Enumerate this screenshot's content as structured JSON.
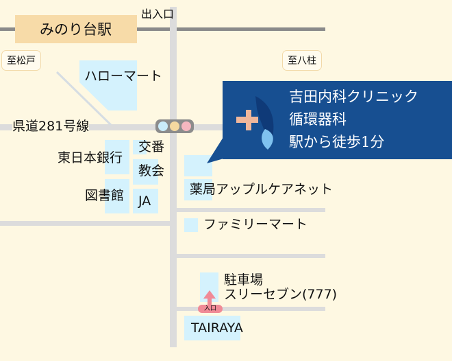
{
  "station": {
    "name": "みのり台駅",
    "exit": "出入口"
  },
  "directions": {
    "west": "至松戸",
    "east": "至八柱"
  },
  "road": {
    "name": "県道281号線"
  },
  "landmarks": {
    "hello_mart": "ハローマート",
    "bank": "東日本銀行",
    "police_box": "交番",
    "church": "教会",
    "library": "図書館",
    "ja": "JA",
    "pharmacy": "薬局アップルケアネット",
    "familymart": "ファミリーマート",
    "parking": "駐車場",
    "seven": "スリーセブン(777)",
    "tairaya": "TAIRAYA",
    "entrance": "入口"
  },
  "clinic": {
    "line1": "吉田内科クリニック",
    "line2": "循環器科",
    "line3": "駅から徒歩1分"
  },
  "colors": {
    "background": "#fef8e2",
    "road": "#dcdcdc",
    "building": "#d4f2fd",
    "callout": "#174f91",
    "station": "#f7dba8",
    "entrance": "#f08a96"
  }
}
